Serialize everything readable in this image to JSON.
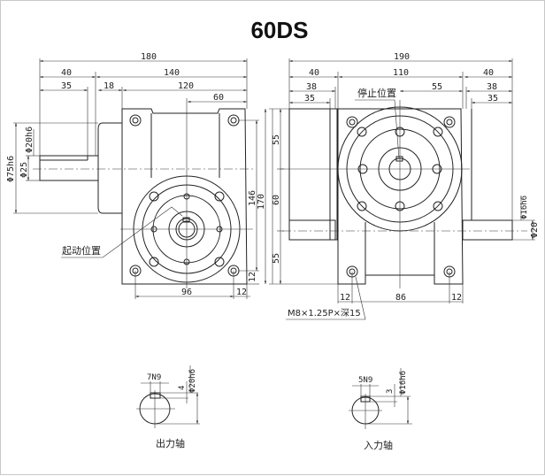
{
  "title": "60DS",
  "side_view": {
    "dims": {
      "overall": "180",
      "shaft_len": "40",
      "body_len": "140",
      "key_len": "35",
      "hub": "18",
      "body_width": "120",
      "half": "60",
      "bolt_pitch_v": "146",
      "height": "170",
      "edge_v": "12",
      "bolt_pitch_h": "96",
      "edge_h": "12",
      "flange_dia": "Φ75h6",
      "hub_dia": "Φ25",
      "shaft_dia": "Φ20h6"
    },
    "start_label": "起动位置"
  },
  "front_view": {
    "dims": {
      "overall": "190",
      "left_shaft": "40",
      "body": "110",
      "right_shaft": "40",
      "left_38": "38",
      "half": "55",
      "right_38": "38",
      "left_35": "35",
      "right_35": "35",
      "top_55": "55",
      "mid_60": "60",
      "bot_55": "55",
      "edge_left": "12",
      "bolt_pitch": "86",
      "edge_right": "12",
      "in_shaft_dia": "Φ16h6",
      "in_hub_dia": "Φ20"
    },
    "stop_label": "停止位置",
    "thread_label": "M8×1.25P×深15"
  },
  "output_shaft": {
    "label": "出力轴",
    "key_width": "7N9",
    "key_depth": "4",
    "dia": "Φ20h6"
  },
  "input_shaft": {
    "label": "入力轴",
    "key_width": "5N9",
    "key_depth": "3",
    "dia": "Φ16h6"
  }
}
